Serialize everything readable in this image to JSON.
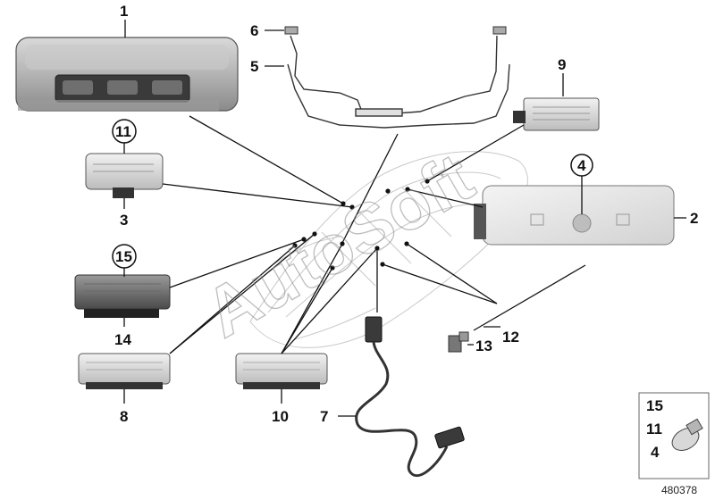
{
  "diagram": {
    "watermark": "AutoSoft",
    "drawing_number": "480378",
    "callouts": {
      "c1": "1",
      "c2": "2",
      "c3": "3",
      "c4": "4",
      "c5": "5",
      "c6": "6",
      "c7": "7",
      "c8": "8",
      "c9": "9",
      "c10": "10",
      "c11": "11",
      "c12": "12",
      "c13": "13",
      "c14": "14",
      "c15": "15"
    },
    "inset": {
      "n1": "15",
      "n2": "11",
      "n3": "4"
    }
  }
}
